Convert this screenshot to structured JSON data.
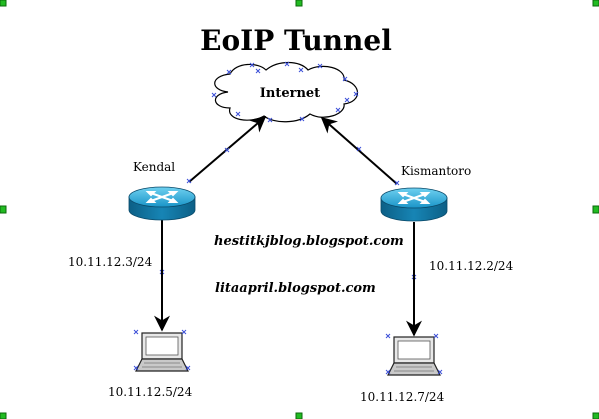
{
  "title": "EoIP Tunnel",
  "cloud": {
    "label": "Internet"
  },
  "routers": [
    {
      "label": "Kendal",
      "ip": "10.11.12.3/24"
    },
    {
      "label": "Kismantoro",
      "ip": "10.11.12.2/24"
    }
  ],
  "laptops": [
    {
      "ip": "10.11.12.5/24"
    },
    {
      "ip": "10.11.12.7/24"
    }
  ],
  "blog_links": [
    "hestitkjblog.blogspot.com",
    "litaaprilblogspot.com"
  ],
  "blog_links_display": [
    "hestitkjblog.blogspot.com",
    "litaapril.blogspot.com"
  ],
  "colors": {
    "router_top": "#1ea7d8",
    "router_side": "#0f6f98",
    "link_marker": "#3b4fd8",
    "handle": "#22bb22"
  }
}
